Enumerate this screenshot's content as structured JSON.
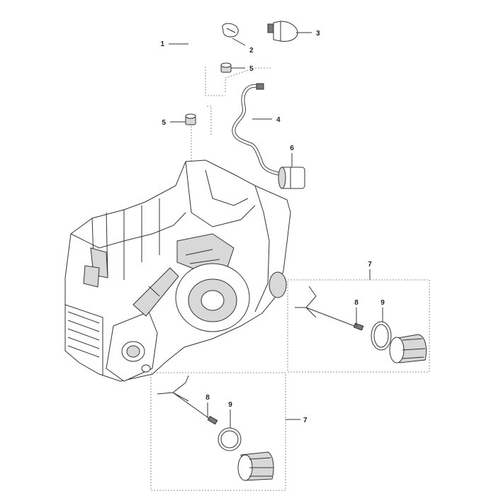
{
  "callouts": {
    "c1": "1",
    "c2": "2",
    "c3": "3",
    "c4": "4",
    "c5a": "5",
    "c5b": "5",
    "c6": "6",
    "c7a": "7",
    "c8a": "8",
    "c9a": "9",
    "c7b": "7",
    "c8b": "8",
    "c9b": "9"
  }
}
